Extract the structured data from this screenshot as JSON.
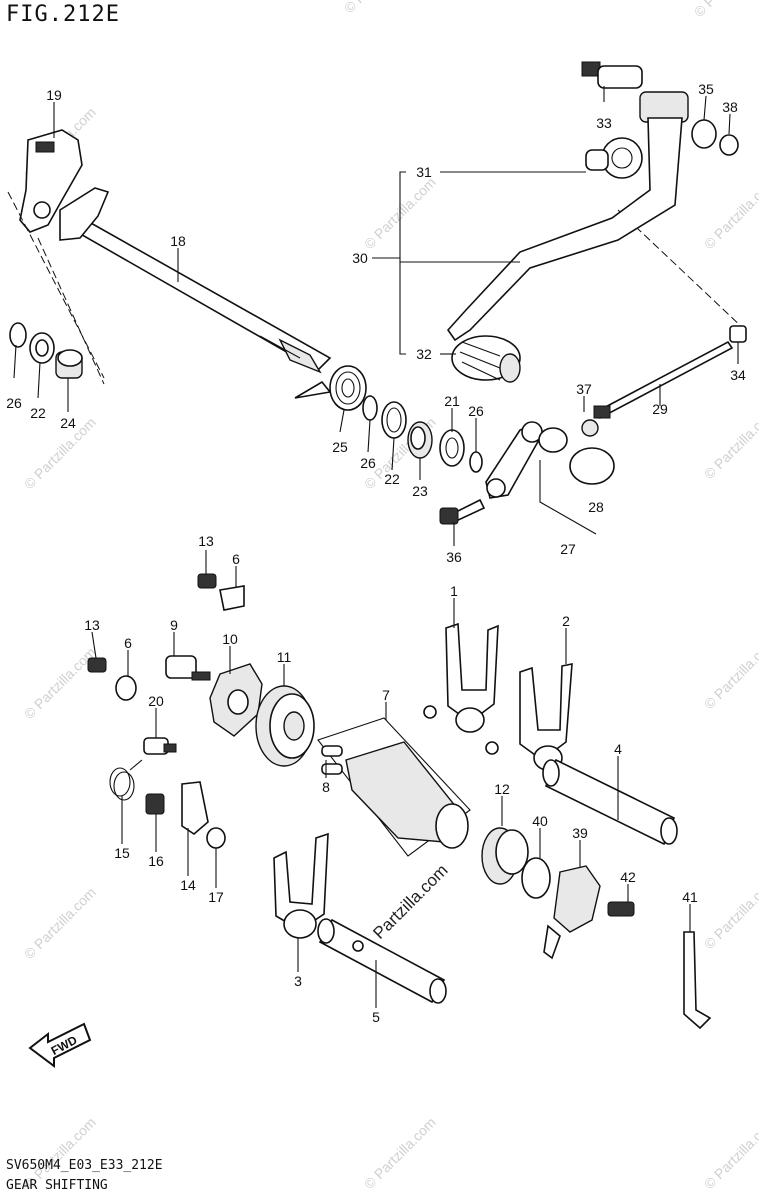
{
  "figure": {
    "title": "FIG.212E"
  },
  "footer": {
    "code": "SV650M4_E03_E33_212E",
    "name": "GEAR SHIFTING"
  },
  "watermark": {
    "site": "© Partzilla.com",
    "center_text": "Partzilla.com"
  },
  "fwd_badge": {
    "label": "FWD"
  },
  "callouts": {
    "p1": "1",
    "p2": "2",
    "p3": "3",
    "p4": "4",
    "p5": "5",
    "p6a": "6",
    "p6b": "6",
    "p7": "7",
    "p8": "8",
    "p9": "9",
    "p10": "10",
    "p11": "11",
    "p12": "12",
    "p13a": "13",
    "p13b": "13",
    "p14": "14",
    "p15": "15",
    "p16": "16",
    "p17": "17",
    "p18": "18",
    "p19": "19",
    "p20": "20",
    "p21": "21",
    "p22a": "22",
    "p22b": "22",
    "p23": "23",
    "p24": "24",
    "p25": "25",
    "p26a": "26",
    "p26b": "26",
    "p26c": "26",
    "p27": "27",
    "p28": "28",
    "p29": "29",
    "p30": "30",
    "p31": "31",
    "p32": "32",
    "p33": "33",
    "p34": "34",
    "p35": "35",
    "p36": "36",
    "p37": "37",
    "p38": "38",
    "p39": "39",
    "p40": "40",
    "p41": "41",
    "p42": "42"
  }
}
